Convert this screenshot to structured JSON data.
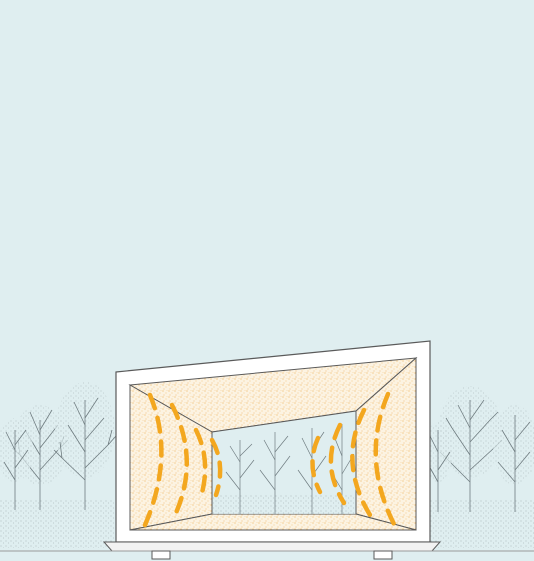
{
  "diagram": {
    "kind": "architectural-section-illustration",
    "colors": {
      "sky": "#dfeef0",
      "background_trees": "#8a9aa0",
      "stipple_fill": "#f6c77a",
      "interior_panel": "#fbf1dd",
      "frame": "#5a5a5a",
      "heat_dashes": "#f3a71f",
      "ground": "#bdbdbd"
    },
    "elements": [
      {
        "name": "sky-background"
      },
      {
        "name": "tree-row-left"
      },
      {
        "name": "tree-row-right"
      },
      {
        "name": "tree-row-through-opening"
      },
      {
        "name": "pavilion-frame"
      },
      {
        "name": "ceiling-panel"
      },
      {
        "name": "left-wall-panel"
      },
      {
        "name": "right-wall-panel"
      },
      {
        "name": "floor-panel"
      },
      {
        "name": "back-opening"
      },
      {
        "name": "heat-dashes-left"
      },
      {
        "name": "heat-dashes-right"
      },
      {
        "name": "base-plinth"
      },
      {
        "name": "support-footings"
      }
    ]
  }
}
